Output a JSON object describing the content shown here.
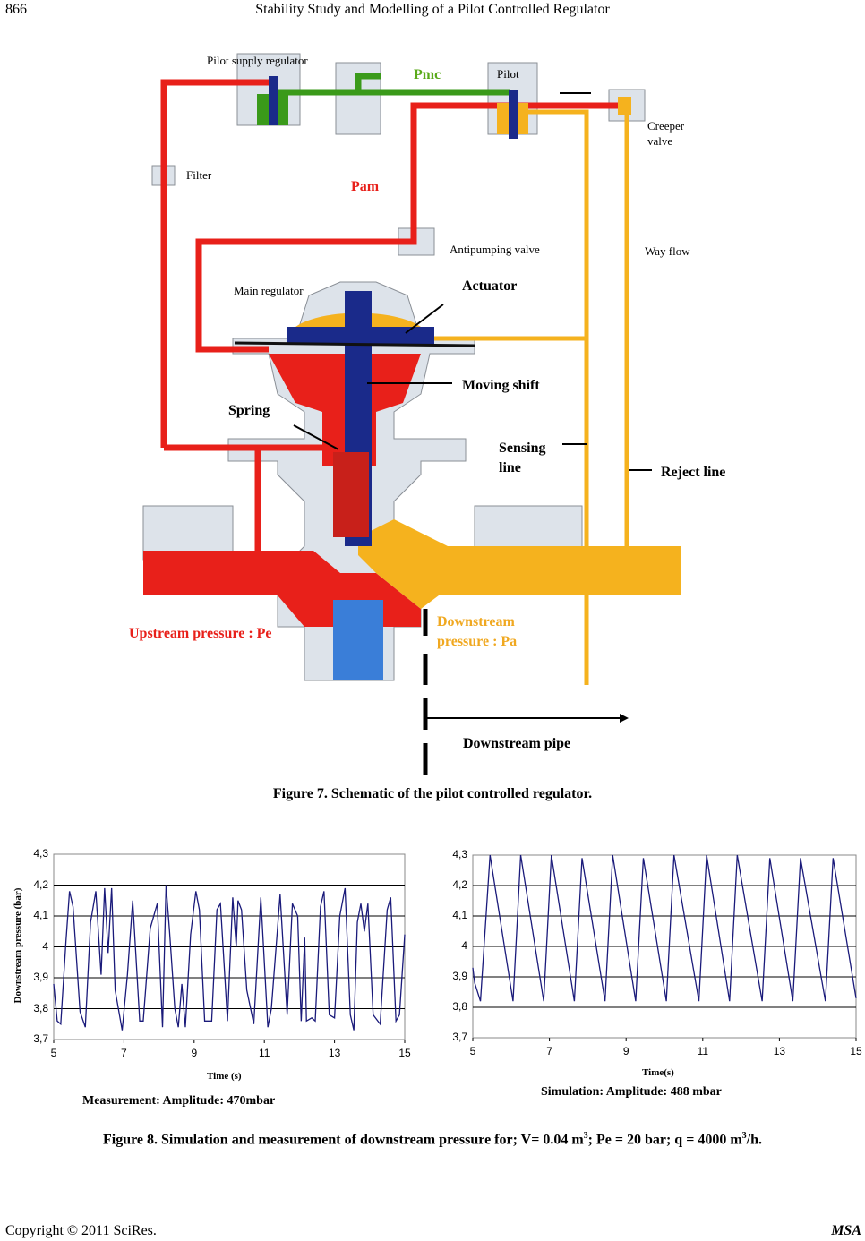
{
  "header": {
    "page_number": "866",
    "running_title": "Stability Study and Modelling of a Pilot Controlled Regulator"
  },
  "figure7": {
    "labels": {
      "pilot_supply_regulator": "Pilot supply regulator",
      "pmc": "Pmc",
      "pilot": "Pilot",
      "creeper_valve_1": "Creeper",
      "creeper_valve_2": "valve",
      "filter": "Filter",
      "pam": "Pam",
      "antipumping_valve": "Antipumping valve",
      "way_flow": "Way flow",
      "main_regulator": "Main regulator",
      "actuator": "Actuator",
      "moving_shift": "Moving shift",
      "spring": "Spring",
      "sensing_line_1": "Sensing",
      "sensing_line_2": "line",
      "reject_line": "Reject line",
      "upstream_pressure": "Upstream pressure : Pe",
      "downstream_pressure_1": "Downstream",
      "downstream_pressure_2": "pressure : Pa",
      "downstream_pipe": "Downstream pipe"
    },
    "colors": {
      "upstream": "#e8201a",
      "downstream": "#f5b21e",
      "pilot_supply": "#3a9a1a",
      "shaft": "#1a2a8a",
      "body": "#dde3ea",
      "pmc_text": "#5aaa1a",
      "pam_text": "#e8201a",
      "down_text": "#f0a820"
    },
    "caption": "Figure 7. Schematic of the pilot controlled regulator."
  },
  "chart_data": [
    {
      "type": "line",
      "title": "",
      "xlabel": "Time (s)",
      "ylabel": "Downstream pressure (bar)",
      "xlim": [
        5,
        15
      ],
      "ylim": [
        3.7,
        4.3
      ],
      "x_ticks": [
        "5",
        "7",
        "9",
        "11",
        "13",
        "15"
      ],
      "y_ticks": [
        "3,7",
        "3,8",
        "3,9",
        "4",
        "4,1",
        "4,2",
        "4,3"
      ],
      "grid": true,
      "series": [
        {
          "name": "Measurement",
          "color": "#1a1a7a",
          "x": [
            5.0,
            5.1,
            5.2,
            5.35,
            5.45,
            5.55,
            5.75,
            5.9,
            6.05,
            6.2,
            6.35,
            6.45,
            6.55,
            6.65,
            6.75,
            6.95,
            7.1,
            7.25,
            7.45,
            7.55,
            7.75,
            7.95,
            8.1,
            8.2,
            8.3,
            8.45,
            8.55,
            8.65,
            8.75,
            8.9,
            9.05,
            9.15,
            9.3,
            9.5,
            9.65,
            9.75,
            9.95,
            10.1,
            10.2,
            10.25,
            10.35,
            10.5,
            10.7,
            10.9,
            11.1,
            11.2,
            11.45,
            11.65,
            11.8,
            11.95,
            12.05,
            12.15,
            12.2,
            12.35,
            12.45,
            12.6,
            12.7,
            12.85,
            13.0,
            13.15,
            13.3,
            13.45,
            13.55,
            13.65,
            13.75,
            13.85,
            13.95,
            14.1,
            14.3,
            14.5,
            14.6,
            14.75,
            14.85,
            15.0
          ],
          "y": [
            3.88,
            3.76,
            3.75,
            4.02,
            4.18,
            4.13,
            3.79,
            3.74,
            4.08,
            4.18,
            3.91,
            4.19,
            3.98,
            4.19,
            3.86,
            3.73,
            3.91,
            4.15,
            3.76,
            3.76,
            4.06,
            4.14,
            3.74,
            4.2,
            4.05,
            3.8,
            3.74,
            3.88,
            3.74,
            4.04,
            4.18,
            4.12,
            3.76,
            3.76,
            4.12,
            4.14,
            3.76,
            4.16,
            4.0,
            4.15,
            4.12,
            3.86,
            3.75,
            4.16,
            3.74,
            3.8,
            4.17,
            3.78,
            4.14,
            4.1,
            3.76,
            4.03,
            3.76,
            3.77,
            3.76,
            4.13,
            4.18,
            3.78,
            3.77,
            4.1,
            4.19,
            3.78,
            3.73,
            4.08,
            4.14,
            4.05,
            4.14,
            3.78,
            3.75,
            4.12,
            4.16,
            3.76,
            3.78,
            4.04
          ]
        }
      ]
    },
    {
      "type": "line",
      "title": "",
      "xlabel": "Time(s)",
      "ylabel": "",
      "xlim": [
        5,
        15
      ],
      "ylim": [
        3.7,
        4.3
      ],
      "x_ticks": [
        "5",
        "7",
        "9",
        "11",
        "13",
        "15"
      ],
      "y_ticks": [
        "3,7",
        "3,8",
        "3,9",
        "4",
        "4,1",
        "4,2",
        "4,3"
      ],
      "grid": true,
      "series": [
        {
          "name": "Simulation",
          "color": "#1a1a7a",
          "x": [
            5.0,
            5.05,
            5.2,
            5.45,
            6.05,
            6.25,
            6.85,
            7.05,
            7.65,
            7.85,
            8.45,
            8.65,
            9.25,
            9.45,
            10.05,
            10.25,
            10.9,
            11.1,
            11.7,
            11.9,
            12.55,
            12.75,
            13.35,
            13.55,
            14.2,
            14.4,
            15.0
          ],
          "y": [
            3.93,
            3.88,
            3.82,
            4.3,
            3.82,
            4.3,
            3.82,
            4.3,
            3.82,
            4.29,
            3.82,
            4.3,
            3.82,
            4.29,
            3.82,
            4.3,
            3.82,
            4.3,
            3.82,
            4.3,
            3.82,
            4.29,
            3.82,
            4.29,
            3.82,
            4.29,
            3.83
          ]
        }
      ]
    }
  ],
  "figure8": {
    "measurement_label": "Measurement: Amplitude: 470mbar",
    "simulation_label": "Simulation: Amplitude: 488 mbar",
    "caption_pre": "Figure 8. Simulation and measurement of downstream pressure for; V= 0.04 m",
    "sup1": "3",
    "caption_mid": "; Pe = 20 bar; q = 4000 m",
    "sup2": "3",
    "caption_post": "/h."
  },
  "footer": {
    "copyright": "Copyright  ©  2011  SciRes.",
    "journal": "MSA"
  }
}
